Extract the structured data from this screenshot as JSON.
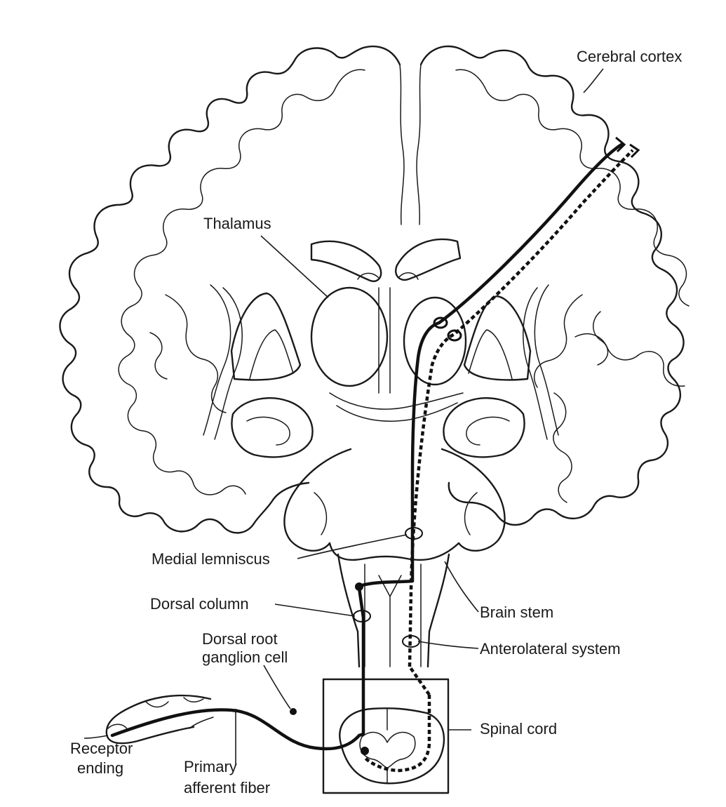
{
  "labels": {
    "cerebral_cortex": "Cerebral cortex",
    "thalamus": "Thalamus",
    "medial_lemniscus": "Medial lemniscus",
    "dorsal_column": "Dorsal column",
    "dorsal_root_ganglion_1": "Dorsal root",
    "dorsal_root_ganglion_2": "ganglion cell",
    "receptor_1": "Receptor",
    "receptor_2": "ending",
    "primary_afferent_1": "Primary",
    "primary_afferent_2": "afferent fiber",
    "brain_stem": "Brain stem",
    "anterolateral_system": "Anterolateral system",
    "spinal_cord": "Spinal cord"
  }
}
